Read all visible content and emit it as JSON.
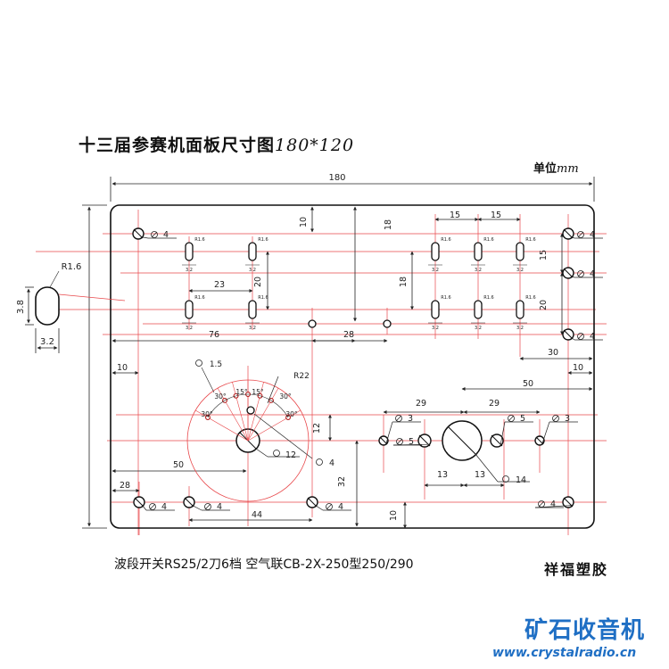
{
  "title": {
    "main": "十三届参赛机面板尺寸图",
    "size": "180*120"
  },
  "unit": {
    "label": "单位",
    "value": "mm"
  },
  "note": "波段开关RS25/2刀6档   空气联CB-2X-250型250/290",
  "maker": "祥福塑胶",
  "watermark": {
    "name": "矿石收音机",
    "url": "www.crystalradio.cn"
  },
  "colors": {
    "outline": "#111111",
    "center_line": "#e8474a",
    "dimension": "#222222"
  },
  "icons": {
    "hole": "circle-hole-icon",
    "slot": "oval-slot-icon"
  },
  "drawing": {
    "dims": [
      {
        "id": "overall-width",
        "text": "180"
      },
      {
        "id": "overall-height",
        "text": ""
      },
      {
        "id": "top-10",
        "text": "10"
      },
      {
        "id": "top-18",
        "text": "18"
      },
      {
        "id": "pitch-15a",
        "text": "15"
      },
      {
        "id": "pitch-15b",
        "text": "15"
      },
      {
        "id": "left-23",
        "text": "23"
      },
      {
        "id": "left-20",
        "text": "20"
      },
      {
        "id": "mid-18",
        "text": "18"
      },
      {
        "id": "right-15",
        "text": "15"
      },
      {
        "id": "right-20",
        "text": "20"
      },
      {
        "id": "left-76",
        "text": "76"
      },
      {
        "id": "mid-28",
        "text": "28"
      },
      {
        "id": "right-30",
        "text": "30"
      },
      {
        "id": "right-10",
        "text": "10"
      },
      {
        "id": "left-10",
        "text": "10"
      },
      {
        "id": "right-50",
        "text": "50"
      },
      {
        "id": "cap-29a",
        "text": "29"
      },
      {
        "id": "cap-29b",
        "text": "29"
      },
      {
        "id": "dial-12",
        "text": "12"
      },
      {
        "id": "left-50",
        "text": "50"
      },
      {
        "id": "bottom-28",
        "text": "28"
      },
      {
        "id": "bottom-44",
        "text": "44"
      },
      {
        "id": "center-32",
        "text": "32"
      },
      {
        "id": "bottom-10",
        "text": "10"
      },
      {
        "id": "cap-13a",
        "text": "13"
      },
      {
        "id": "cap-13b",
        "text": "13"
      }
    ],
    "hole_labels": [
      {
        "id": "h1",
        "text": "4"
      },
      {
        "id": "h2",
        "text": "4"
      },
      {
        "id": "h3",
        "text": "4"
      },
      {
        "id": "h4",
        "text": "4"
      },
      {
        "id": "h5",
        "text": "4"
      },
      {
        "id": "h6",
        "text": "4"
      },
      {
        "id": "h7",
        "text": "4"
      },
      {
        "id": "h8",
        "text": "4"
      },
      {
        "id": "h9",
        "text": "4"
      },
      {
        "id": "h10",
        "text": "4"
      },
      {
        "id": "sw-small",
        "text": "1.5"
      },
      {
        "id": "sw-main",
        "text": "12"
      },
      {
        "id": "cap-l3",
        "text": "3"
      },
      {
        "id": "cap-l5",
        "text": "5"
      },
      {
        "id": "cap-r5",
        "text": "5"
      },
      {
        "id": "cap-r3",
        "text": "3"
      },
      {
        "id": "cap-14",
        "text": "14"
      }
    ],
    "angle_labels": [
      "30°",
      "15°",
      "15°",
      "30°",
      "30°",
      "30°"
    ],
    "radius_label": "R22",
    "slot_detail": {
      "radius": "R1.6",
      "height": "3.8",
      "width": "3.2"
    },
    "slot_labels": {
      "radius": "R1.6",
      "width": "3.2"
    }
  }
}
